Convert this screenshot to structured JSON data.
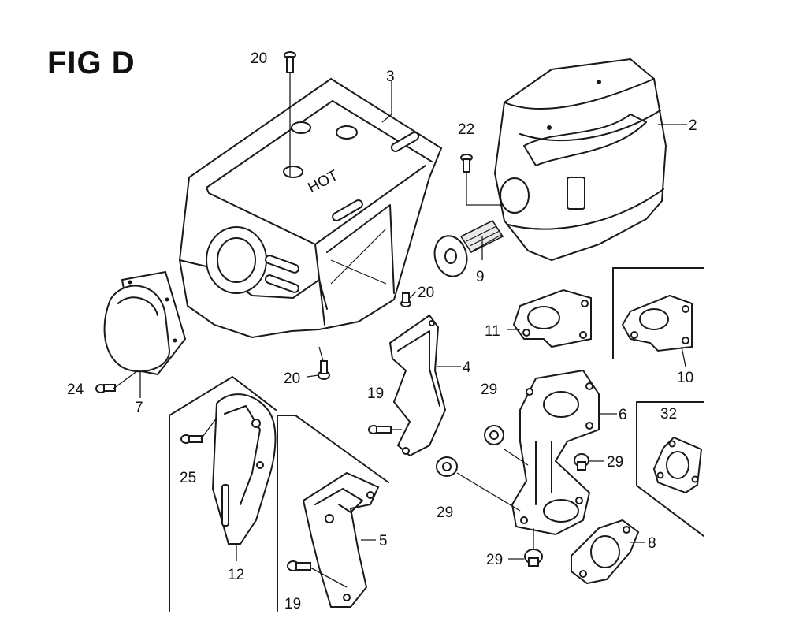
{
  "figure": {
    "title": "FIG D"
  },
  "callouts": [
    {
      "id": "c20a",
      "label": "20"
    },
    {
      "id": "c3",
      "label": "3"
    },
    {
      "id": "c2",
      "label": "2"
    },
    {
      "id": "c22",
      "label": "22"
    },
    {
      "id": "c9",
      "label": "9"
    },
    {
      "id": "c20b",
      "label": "20"
    },
    {
      "id": "c11",
      "label": "11"
    },
    {
      "id": "c10",
      "label": "10"
    },
    {
      "id": "c4",
      "label": "4"
    },
    {
      "id": "c20c",
      "label": "20"
    },
    {
      "id": "c24",
      "label": "24"
    },
    {
      "id": "c7",
      "label": "7"
    },
    {
      "id": "c19a",
      "label": "19"
    },
    {
      "id": "c29a",
      "label": "29"
    },
    {
      "id": "c6",
      "label": "6"
    },
    {
      "id": "c29b",
      "label": "29"
    },
    {
      "id": "c32",
      "label": "32"
    },
    {
      "id": "c25",
      "label": "25"
    },
    {
      "id": "c29c",
      "label": "29"
    },
    {
      "id": "c5",
      "label": "5"
    },
    {
      "id": "c8",
      "label": "8"
    },
    {
      "id": "c12",
      "label": "12"
    },
    {
      "id": "c29d",
      "label": "29"
    },
    {
      "id": "c19b",
      "label": "19"
    }
  ]
}
